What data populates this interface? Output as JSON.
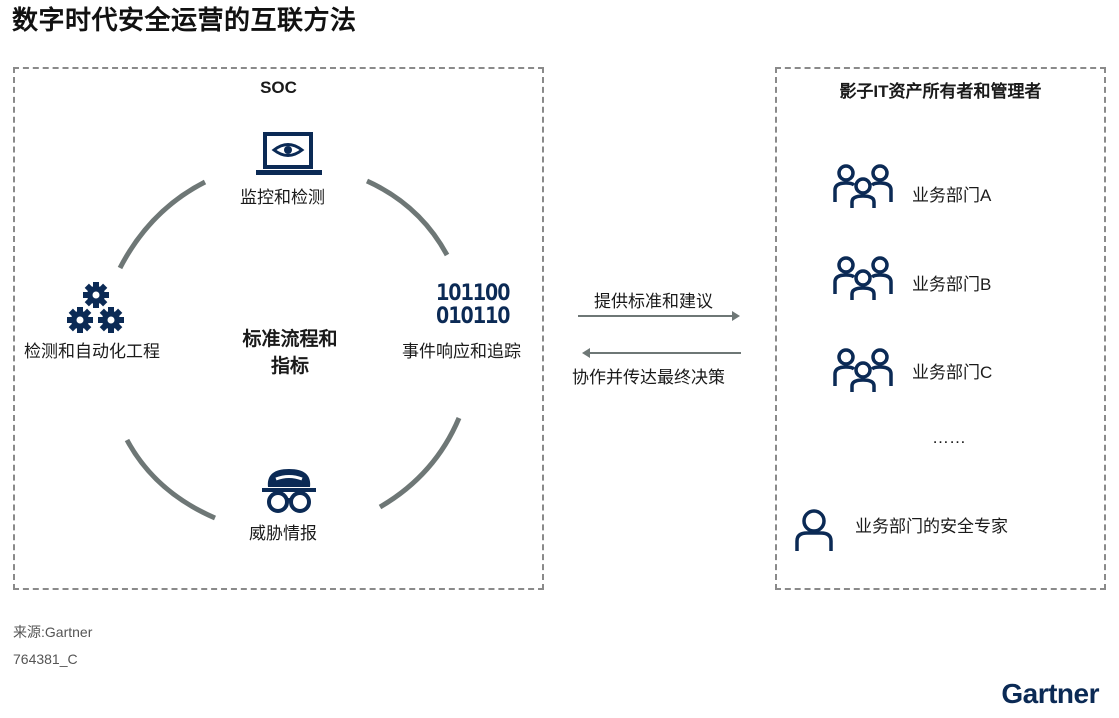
{
  "title": "数字时代安全运营的互联方法",
  "soc": {
    "title": "SOC",
    "center_label_line1": "标准流程和",
    "center_label_line2": "指标",
    "nodes": {
      "monitoring": "监控和检测",
      "response": "事件响应和追踪",
      "intel": "威胁情报",
      "automation": "检测和自动化工程"
    }
  },
  "arrows": {
    "to_right": "提供标准和建议",
    "to_left": "协作并传达最终决策"
  },
  "owners": {
    "title": "影子IT资产所有者和管理者",
    "departments": [
      "业务部门A",
      "业务部门B",
      "业务部门C"
    ],
    "ellipsis": "……",
    "expert": "业务部门的安全专家"
  },
  "footer": {
    "source": "来源:Gartner",
    "id": "764381_C"
  },
  "brand": "Gartner",
  "colors": {
    "icon": "#0b2a55",
    "arc": "#6e7776",
    "arrow": "#6e7776",
    "border": "#8a8a8a"
  }
}
